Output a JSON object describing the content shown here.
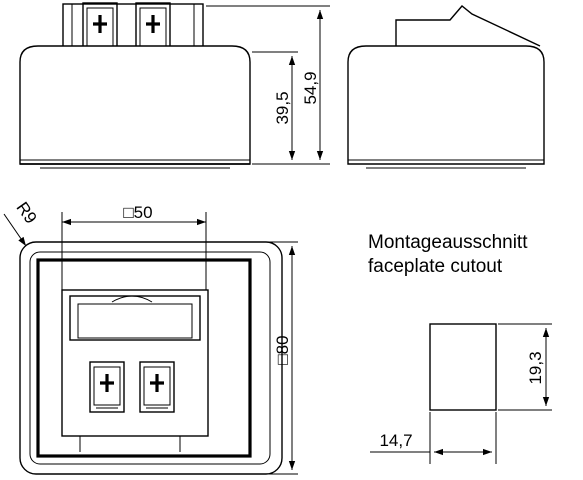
{
  "dimensions": {
    "side_lower_height": "39,5",
    "side_total_height": "54,9",
    "front_width": "□50",
    "plate_size": "□80",
    "corner_radius": "R9",
    "cutout_height": "19,3",
    "cutout_width": "14,7"
  },
  "cutout_caption": {
    "line1": "Montageausschnitt",
    "line2": "faceplate cutout"
  }
}
